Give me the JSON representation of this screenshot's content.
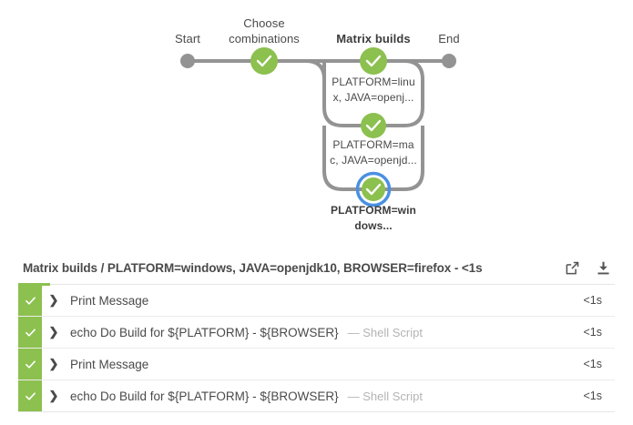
{
  "pipeline": {
    "stages": [
      {
        "id": "start",
        "label": "Start",
        "type": "terminus",
        "state": "idle"
      },
      {
        "id": "choose-combinations",
        "label": "Choose\ncombinations",
        "type": "stage",
        "state": "success",
        "selected": false
      },
      {
        "id": "matrix-builds",
        "label": "Matrix builds",
        "type": "stage",
        "state": "success",
        "selected": true
      },
      {
        "id": "end",
        "label": "End",
        "type": "terminus",
        "state": "idle"
      }
    ],
    "branches": [
      {
        "id": "branch-linux",
        "label": "PLATFORM=linux, JAVA=openj...",
        "state": "success",
        "selected": false
      },
      {
        "id": "branch-mac",
        "label": "PLATFORM=mac, JAVA=openjd...",
        "state": "success",
        "selected": false
      },
      {
        "id": "branch-windows",
        "label": "PLATFORM=windows...",
        "state": "success",
        "selected": true
      }
    ],
    "colors": {
      "success": "#8cc04f",
      "idle": "#949393",
      "connector": "#949393",
      "selected_ring": "#4a90e2"
    }
  },
  "log_header": {
    "title": "Matrix builds / PLATFORM=windows, JAVA=openjdk10, BROWSER=firefox - <1s",
    "open_in_new_label": "open-in-new-window",
    "download_label": "download-logs"
  },
  "steps": [
    {
      "status": "success",
      "label": "Print Message",
      "type": "",
      "duration": "<1s",
      "expanded": false
    },
    {
      "status": "success",
      "label": "echo Do Build for ${PLATFORM} - ${BROWSER}",
      "type": "— Shell Script",
      "duration": "<1s",
      "expanded": false
    },
    {
      "status": "success",
      "label": "Print Message",
      "type": "",
      "duration": "<1s",
      "expanded": false
    },
    {
      "status": "success",
      "label": "echo Do Build for ${PLATFORM} - ${BROWSER}",
      "type": "— Shell Script",
      "duration": "<1s",
      "expanded": false
    }
  ]
}
